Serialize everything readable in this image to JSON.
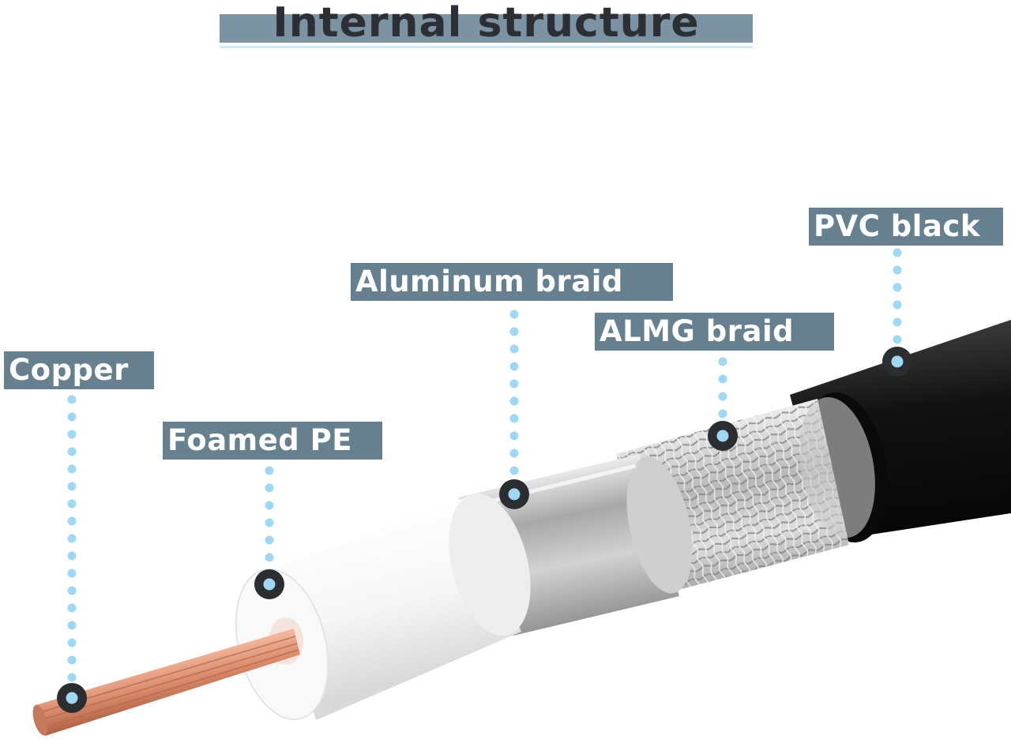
{
  "title": "Internal structure",
  "labels": {
    "copper": "Copper",
    "foamed_pe": "Foamed PE",
    "aluminum_braid": "Aluminum braid",
    "almg_braid": "ALMG braid",
    "pvc_black": "PVC black"
  },
  "colors": {
    "label_bg": "#66808f",
    "title_bg": "#7b93a3",
    "dot_line": "#9fd8f5",
    "copper": "#d58b6c",
    "pvc": "#111111"
  }
}
